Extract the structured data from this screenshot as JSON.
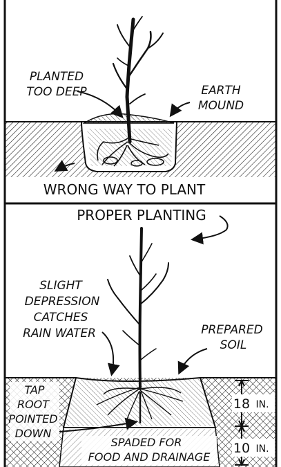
{
  "top_panel": {
    "label_depth_line1": "PLANTED",
    "label_depth_line2": "TOO DEEP",
    "label_mound_line1": "EARTH",
    "label_mound_line2": "MOUND",
    "caption": "WRONG WAY TO PLANT"
  },
  "bottom_panel": {
    "title": "PROPER PLANTING",
    "label_depression_line1": "SLIGHT",
    "label_depression_line2": "DEPRESSION",
    "label_depression_line3": "CATCHES",
    "label_depression_line4": "RAIN WATER",
    "label_soil_line1": "PREPARED",
    "label_soil_line2": "SOIL",
    "label_taproot_line1": "TAP",
    "label_taproot_line2": "ROOT",
    "label_taproot_line3": "POINTED",
    "label_taproot_line4": "DOWN",
    "label_spaded_line1": "SPADED FOR",
    "label_spaded_line2": "FOOD AND DRAINAGE",
    "depth_upper_value": "18",
    "depth_upper_unit": "IN.",
    "depth_lower_value": "10",
    "depth_lower_unit": "IN."
  }
}
